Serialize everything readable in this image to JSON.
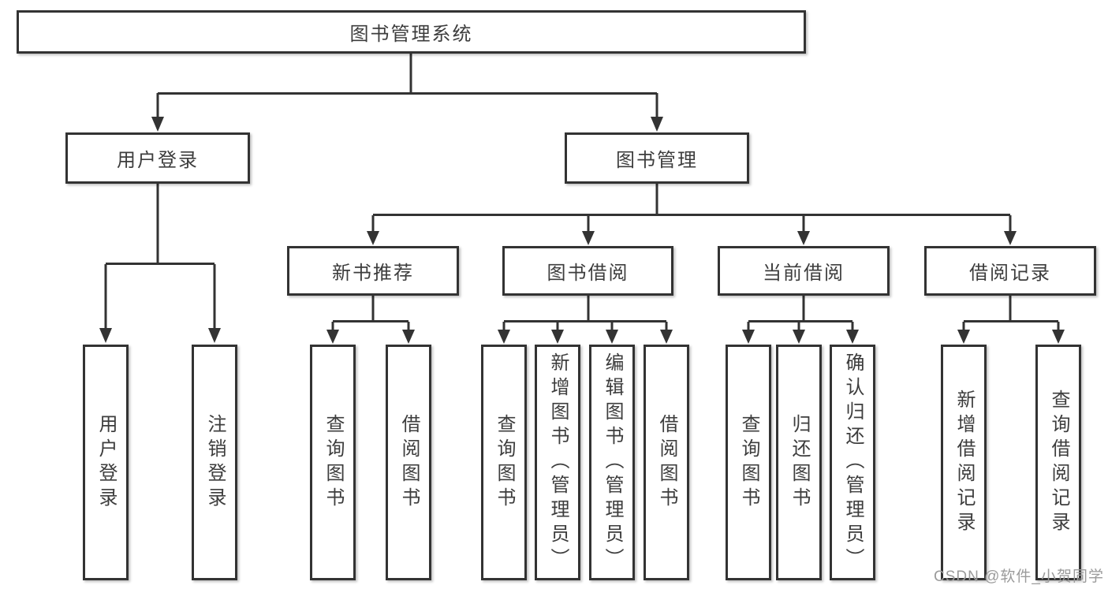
{
  "tree": {
    "root": {
      "label": "图书管理系统"
    },
    "branches": [
      {
        "label": "用户登录",
        "children": [
          {
            "label": "用户登录"
          },
          {
            "label": "注销登录"
          }
        ]
      },
      {
        "label": "图书管理",
        "children": [
          {
            "label": "新书推荐",
            "children": [
              {
                "label": "查询图书"
              },
              {
                "label": "借阅图书"
              }
            ]
          },
          {
            "label": "图书借阅",
            "children": [
              {
                "label": "查询图书"
              },
              {
                "label": "新增图书（管理员）"
              },
              {
                "label": "编辑图书（管理员）"
              },
              {
                "label": "借阅图书"
              }
            ]
          },
          {
            "label": "当前借阅",
            "children": [
              {
                "label": "查询图书"
              },
              {
                "label": "归还图书"
              },
              {
                "label": "确认归还（管理员）"
              }
            ]
          },
          {
            "label": "借阅记录",
            "children": [
              {
                "label": "新增借阅记录"
              },
              {
                "label": "查询借阅记录"
              }
            ]
          }
        ]
      }
    ]
  },
  "watermark": {
    "text": "CSDN @软件_小贺同学"
  },
  "colors": {
    "line": "#333333",
    "text": "#3d3d3d",
    "watermark": "#9b9b9b",
    "background": "#ffffff"
  }
}
